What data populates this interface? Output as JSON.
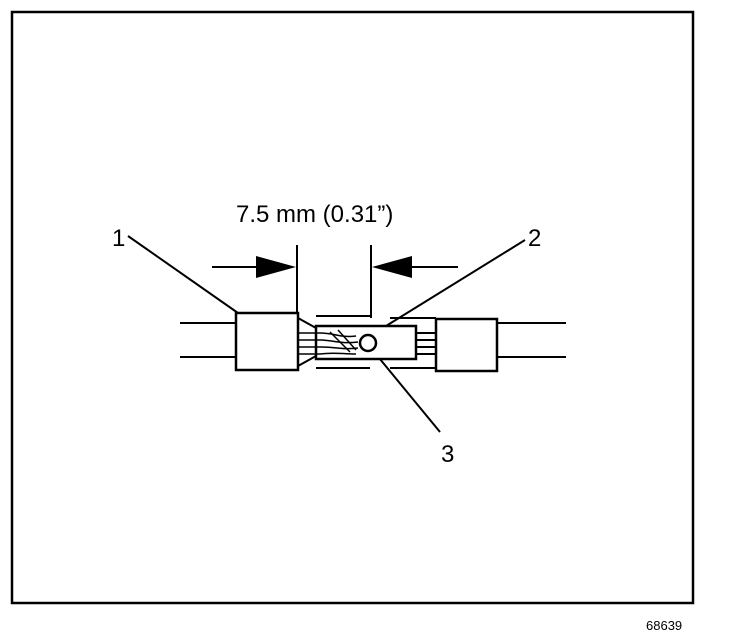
{
  "dimension": {
    "label": "7.5 mm (0.31”)"
  },
  "callouts": [
    {
      "id": "1",
      "text": "1"
    },
    {
      "id": "2",
      "text": "2"
    },
    {
      "id": "3",
      "text": "3"
    }
  ],
  "figure_ref": "68639",
  "colors": {
    "ink": "#000000",
    "paper": "#ffffff"
  }
}
